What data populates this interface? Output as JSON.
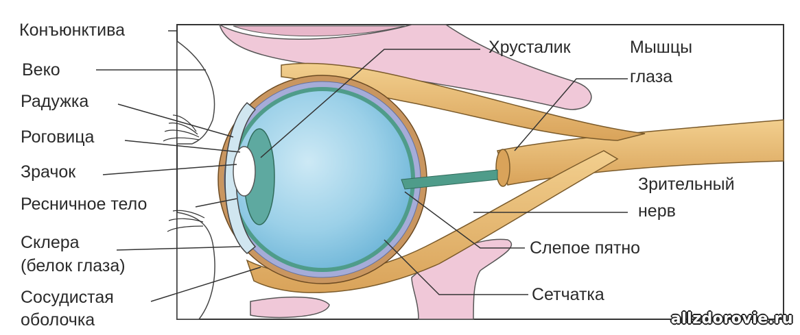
{
  "labels": {
    "conjunctiva": "Конъюнктива",
    "eyelid": "Веко",
    "iris": "Радужка",
    "cornea": "Роговица",
    "pupil": "Зрачок",
    "ciliary_body": "Ресничное тело",
    "sclera_1": "Склера",
    "sclera_2": "(белок глаза)",
    "choroid_1": "Сосудистая",
    "choroid_2": "оболочка",
    "lens": "Хрусталик",
    "muscles_1": "Мышцы",
    "muscles_2": "глаза",
    "optic_nerve_1": "Зрительный",
    "optic_nerve_2": "нерв",
    "blind_spot": "Слепое пятно",
    "retina": "Сетчатка"
  },
  "watermark": "allzdorovie.ru",
  "colors": {
    "vitreous": "#8fcbe6",
    "muscle": "#e3b36a",
    "sclera_band": "#c99660",
    "bone_pink": "#f0c8d8",
    "retina_green": "#4f9c8a",
    "leader_line": "#333333"
  }
}
